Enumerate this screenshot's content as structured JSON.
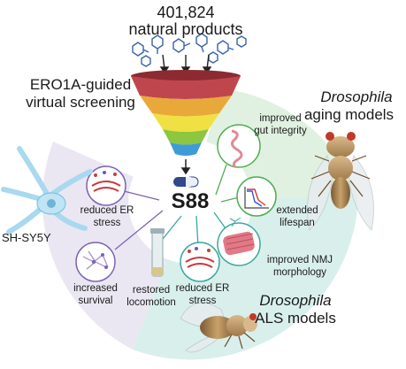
{
  "input": {
    "count": "401,824",
    "label": "natural products"
  },
  "method": {
    "line1": "ERO1A-guided",
    "line2": "virtual screening"
  },
  "compound": "S88",
  "aging_model": {
    "species": "Drosophila",
    "label": "aging models"
  },
  "als_model": {
    "species": "Drosophila",
    "label": "ALS models"
  },
  "cell_model": "SH-SY5Y",
  "outcomes": [
    {
      "line1": "improved",
      "line2": "gut integrity"
    },
    {
      "line1": "extended",
      "line2": "lifespan"
    },
    {
      "line1": "improved NMJ",
      "line2": "morphology"
    },
    {
      "line1": "reduced ER",
      "line2": "stress"
    },
    {
      "line1": "restored",
      "line2": "locomotion"
    },
    {
      "line1": "increased",
      "line2": "survival"
    },
    {
      "line1": "reduced ER",
      "line2": "stress"
    }
  ],
  "colors": {
    "funnel": [
      "#c0464d",
      "#e8a93a",
      "#f0e043",
      "#8dc63f",
      "#3f9bd6"
    ],
    "aging_sector": "#dbeedc",
    "als_sector": "#d2ece9",
    "cell_sector": "#e6e3f1",
    "aging_line": "#4caf50",
    "als_line": "#3aa8a0",
    "cell_line": "#7d64b3"
  }
}
